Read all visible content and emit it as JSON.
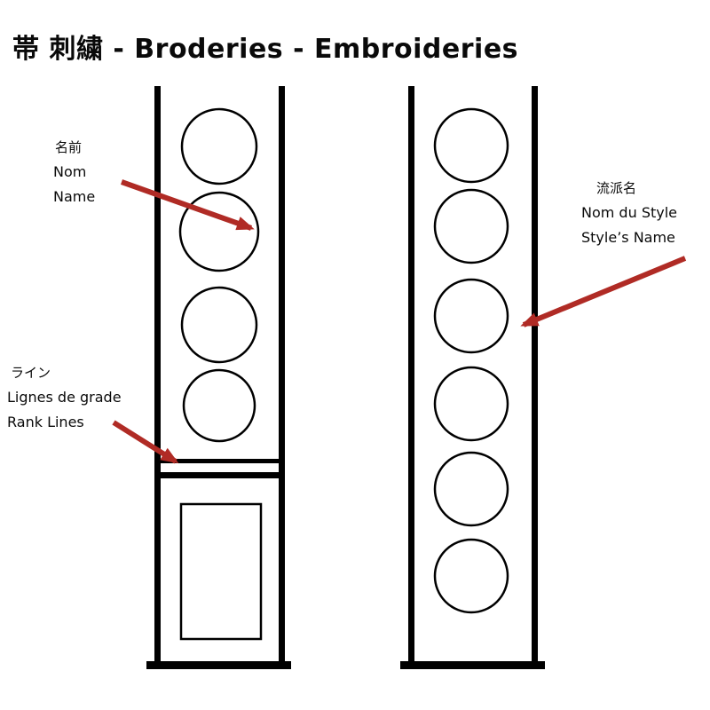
{
  "title": "帯 刺繍 - Broderies - Embroideries",
  "annotations": {
    "name": {
      "ja": "名前",
      "fr": "Nom",
      "en": "Name"
    },
    "rank_lines": {
      "ja": "ライン",
      "fr": "Lignes de grade",
      "en": "Rank Lines"
    },
    "style_name": {
      "ja": "流派名",
      "fr": "Nom du Style",
      "en": "Style’s Name"
    }
  },
  "colors": {
    "arrow": "#b02b25",
    "outline": "#000000",
    "background": "#ffffff"
  }
}
